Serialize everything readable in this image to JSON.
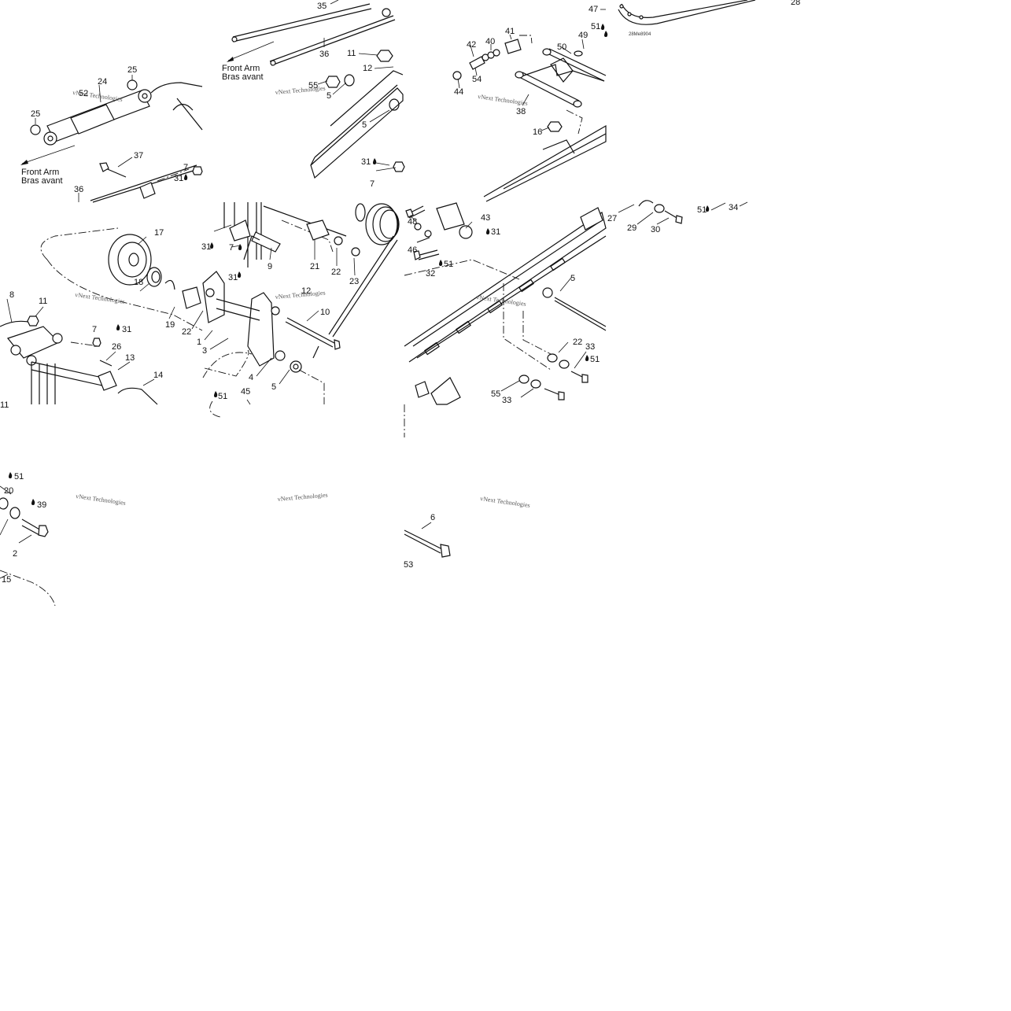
{
  "drawing_ref": "28Me8904",
  "watermark": "vNext Technologies",
  "captions": {
    "front_arm_en": "Front Arm",
    "front_arm_fr": "Bras avant"
  },
  "callouts": [
    "35",
    "36",
    "11",
    "12",
    "5",
    "55",
    "31",
    "7",
    "47",
    "51",
    "28",
    "42",
    "40",
    "41",
    "50",
    "49",
    "44",
    "54",
    "38",
    "16",
    "25",
    "24",
    "52",
    "37",
    "17",
    "18",
    "19",
    "8",
    "26",
    "13",
    "14",
    "9",
    "21",
    "22",
    "23",
    "3",
    "1",
    "10",
    "4",
    "45",
    "48",
    "43",
    "46",
    "32",
    "29",
    "30",
    "34",
    "27",
    "33",
    "20",
    "39",
    "2",
    "15",
    "6",
    "53"
  ],
  "lubricant_refs": [
    "31",
    "51",
    "39"
  ]
}
